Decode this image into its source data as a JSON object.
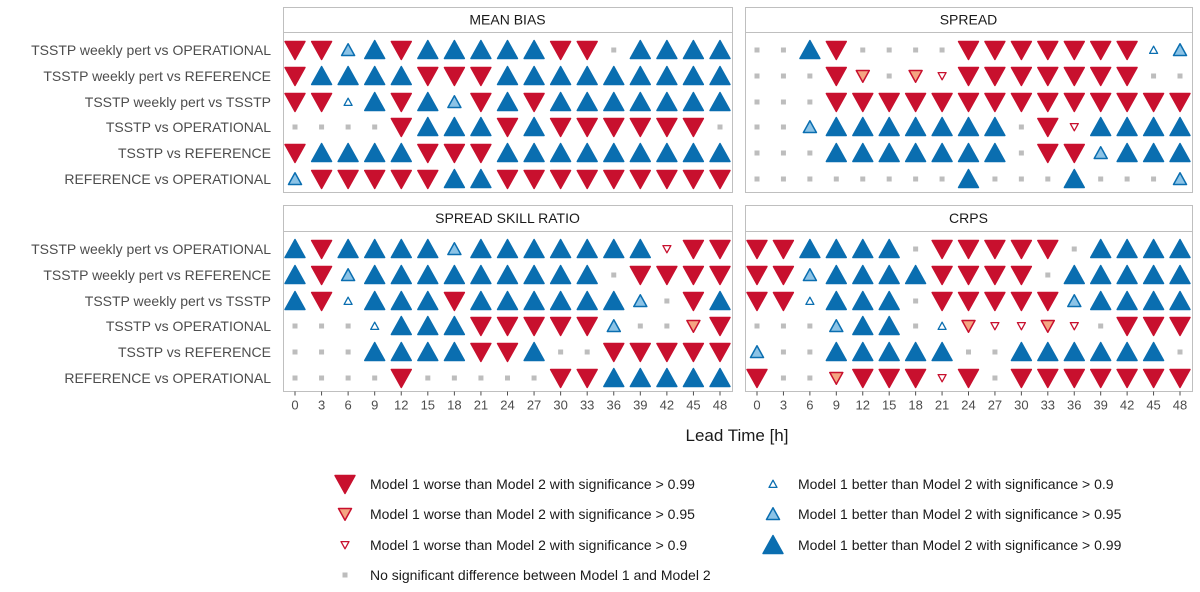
{
  "x_axis_title": "Lead Time [h]",
  "colors": {
    "worse": "#c8102e",
    "worse_light": "#f4a582",
    "better": "#0a6eb0",
    "better_light": "#8cc3e6",
    "none": "#bdbdbd",
    "panel_border": "#bfbfbf",
    "strip_bg": "#ffffff"
  },
  "symbol_codes": {
    "W3": "Model 1 worse than Model 2 with significance > 0.99",
    "W2": "Model 1 worse than Model 2 with significance > 0.95",
    "W1": "Model 1 worse than Model 2 with significance > 0.9",
    "B1": "Model 1 better than Model 2 with significance > 0.9",
    "B2": "Model 1 better than Model 2 with significance > 0.95",
    "B3": "Model 1 better than Model 2 with significance > 0.99",
    "N": "No significant difference between Model 1 and Model 2"
  },
  "legend": [
    {
      "code": "W3",
      "label": "Model 1 worse than Model 2 with significance > 0.99"
    },
    {
      "code": "B1",
      "label": "Model 1 better than Model 2 with significance > 0.9"
    },
    {
      "code": "W2",
      "label": "Model 1 worse than Model 2 with significance > 0.95"
    },
    {
      "code": "B2",
      "label": "Model 1 better than Model 2 with significance > 0.95"
    },
    {
      "code": "W1",
      "label": "Model 1 worse than Model 2 with significance > 0.9"
    },
    {
      "code": "B3",
      "label": "Model 1 better than Model 2 with significance > 0.99"
    },
    {
      "code": "N",
      "label": "No significant difference between Model 1 and Model 2"
    }
  ],
  "chart_data": {
    "type": "heatmap",
    "x": [
      0,
      3,
      6,
      9,
      12,
      15,
      18,
      21,
      24,
      27,
      30,
      33,
      36,
      39,
      42,
      45,
      48
    ],
    "xlabel": "Lead Time [h]",
    "rows": [
      "TSSTP weekly pert vs OPERATIONAL",
      "TSSTP weekly pert vs REFERENCE",
      "TSSTP weekly pert vs TSSTP",
      "TSSTP vs OPERATIONAL",
      "TSSTP vs REFERENCE",
      "REFERENCE vs OPERATIONAL"
    ],
    "panels": [
      {
        "title": "MEAN BIAS",
        "values": [
          [
            "W3",
            "W3",
            "B2",
            "B3",
            "W3",
            "B3",
            "B3",
            "B3",
            "B3",
            "B3",
            "W3",
            "W3",
            "N",
            "B3",
            "B3",
            "B3",
            "B3"
          ],
          [
            "W3",
            "B3",
            "B3",
            "B3",
            "B3",
            "W3",
            "W3",
            "W3",
            "B3",
            "B3",
            "B3",
            "B3",
            "B3",
            "B3",
            "B3",
            "B3",
            "B3"
          ],
          [
            "W3",
            "W3",
            "B1",
            "B3",
            "W3",
            "B3",
            "B2",
            "W3",
            "B3",
            "W3",
            "B3",
            "B3",
            "B3",
            "B3",
            "B3",
            "B3",
            "B3"
          ],
          [
            "N",
            "N",
            "N",
            "N",
            "W3",
            "B3",
            "B3",
            "B3",
            "W3",
            "B3",
            "W3",
            "W3",
            "W3",
            "W3",
            "W3",
            "W3",
            "N"
          ],
          [
            "W3",
            "B3",
            "B3",
            "B3",
            "B3",
            "W3",
            "W3",
            "W3",
            "B3",
            "B3",
            "B3",
            "B3",
            "B3",
            "B3",
            "B3",
            "B3",
            "B3"
          ],
          [
            "B2",
            "W3",
            "W3",
            "W3",
            "W3",
            "W3",
            "B3",
            "B3",
            "W3",
            "W3",
            "W3",
            "W3",
            "W3",
            "W3",
            "W3",
            "W3",
            "W3"
          ]
        ]
      },
      {
        "title": "SPREAD",
        "values": [
          [
            "N",
            "N",
            "B3",
            "W3",
            "N",
            "N",
            "N",
            "N",
            "W3",
            "W3",
            "W3",
            "W3",
            "W3",
            "W3",
            "W3",
            "B1",
            "B2"
          ],
          [
            "N",
            "N",
            "N",
            "W3",
            "W2",
            "N",
            "W2",
            "W1",
            "W3",
            "W3",
            "W3",
            "W3",
            "W3",
            "W3",
            "W3",
            "N",
            "N"
          ],
          [
            "N",
            "N",
            "N",
            "W3",
            "W3",
            "W3",
            "W3",
            "W3",
            "W3",
            "W3",
            "W3",
            "W3",
            "W3",
            "W3",
            "W3",
            "W3",
            "W3"
          ],
          [
            "N",
            "N",
            "B2",
            "B3",
            "B3",
            "B3",
            "B3",
            "B3",
            "B3",
            "B3",
            "N",
            "W3",
            "W1",
            "B3",
            "B3",
            "B3",
            "B3"
          ],
          [
            "N",
            "N",
            "N",
            "B3",
            "B3",
            "B3",
            "B3",
            "B3",
            "B3",
            "B3",
            "N",
            "W3",
            "W3",
            "B2",
            "B3",
            "B3",
            "B3"
          ],
          [
            "N",
            "N",
            "N",
            "N",
            "N",
            "N",
            "N",
            "N",
            "B3",
            "N",
            "N",
            "N",
            "B3",
            "N",
            "N",
            "N",
            "B2"
          ]
        ]
      },
      {
        "title": "SPREAD SKILL RATIO",
        "values": [
          [
            "B3",
            "W3",
            "B3",
            "B3",
            "B3",
            "B3",
            "B2",
            "B3",
            "B3",
            "B3",
            "B3",
            "B3",
            "B3",
            "B3",
            "W1",
            "W3",
            "W3"
          ],
          [
            "B3",
            "W3",
            "B2",
            "B3",
            "B3",
            "B3",
            "B3",
            "B3",
            "B3",
            "B3",
            "B3",
            "B3",
            "N",
            "W3",
            "W3",
            "W3",
            "W3"
          ],
          [
            "B3",
            "W3",
            "B1",
            "B3",
            "B3",
            "B3",
            "W3",
            "B3",
            "B3",
            "B3",
            "B3",
            "B3",
            "B3",
            "B2",
            "N",
            "W3",
            "B3"
          ],
          [
            "N",
            "N",
            "N",
            "B1",
            "B3",
            "B3",
            "B3",
            "W3",
            "W3",
            "W3",
            "W3",
            "W3",
            "B2",
            "N",
            "N",
            "W2",
            "W3"
          ],
          [
            "N",
            "N",
            "N",
            "B3",
            "B3",
            "B3",
            "B3",
            "W3",
            "W3",
            "B3",
            "N",
            "N",
            "W3",
            "W3",
            "W3",
            "W3",
            "W3"
          ],
          [
            "N",
            "N",
            "N",
            "N",
            "W3",
            "N",
            "N",
            "N",
            "N",
            "N",
            "W3",
            "W3",
            "B3",
            "B3",
            "B3",
            "B3",
            "B3"
          ]
        ]
      },
      {
        "title": "CRPS",
        "values": [
          [
            "W3",
            "W3",
            "B3",
            "B3",
            "B3",
            "B3",
            "N",
            "W3",
            "W3",
            "W3",
            "W3",
            "W3",
            "N",
            "B3",
            "B3",
            "B3",
            "B3"
          ],
          [
            "W3",
            "W3",
            "B2",
            "B3",
            "B3",
            "B3",
            "B3",
            "W3",
            "W3",
            "W3",
            "W3",
            "N",
            "B3",
            "B3",
            "B3",
            "B3",
            "B3"
          ],
          [
            "W3",
            "W3",
            "B1",
            "B3",
            "B3",
            "B3",
            "N",
            "W3",
            "W3",
            "W3",
            "W3",
            "W3",
            "B2",
            "B3",
            "B3",
            "B3",
            "B3"
          ],
          [
            "N",
            "N",
            "N",
            "B2",
            "B3",
            "B3",
            "N",
            "B1",
            "W2",
            "W1",
            "W1",
            "W2",
            "W1",
            "N",
            "W3",
            "W3",
            "W3"
          ],
          [
            "B2",
            "N",
            "N",
            "B3",
            "B3",
            "B3",
            "B3",
            "B3",
            "N",
            "N",
            "B3",
            "B3",
            "B3",
            "B3",
            "B3",
            "B3",
            "N"
          ],
          [
            "W3",
            "N",
            "N",
            "W2",
            "W3",
            "W3",
            "W3",
            "W1",
            "W3",
            "N",
            "W3",
            "W3",
            "W3",
            "W3",
            "W3",
            "W3",
            "W3"
          ]
        ]
      }
    ],
    "legend_labels": [
      "Model 1 worse than Model 2 with significance > 0.99",
      "Model 1 worse than Model 2 with significance > 0.95",
      "Model 1 worse than Model 2 with significance > 0.9",
      "Model 1 better than Model 2 with significance > 0.9",
      "Model 1 better than Model 2 with significance > 0.95",
      "Model 1 better than Model 2 with significance > 0.99",
      "No significant difference between Model 1 and Model 2"
    ],
    "grid": false,
    "legend_position": "bottom"
  }
}
